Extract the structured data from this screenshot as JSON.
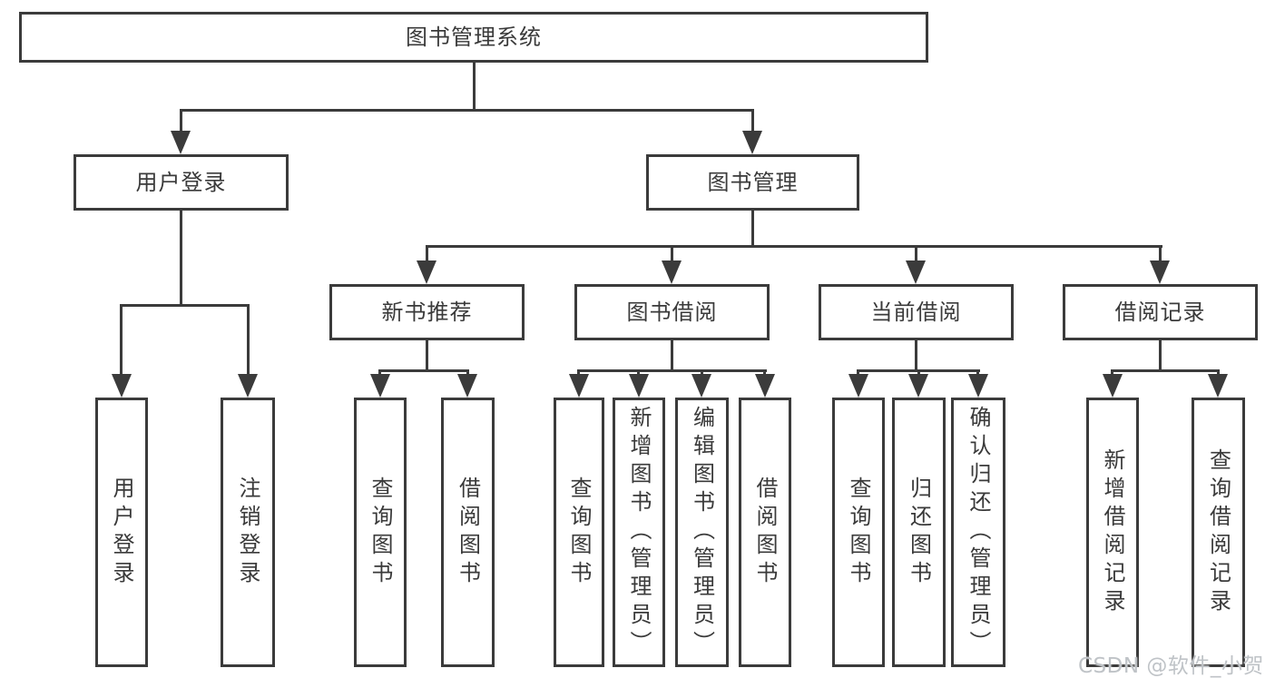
{
  "diagram": {
    "root": "图书管理系统",
    "level2": [
      "用户登录",
      "图书管理"
    ],
    "level3": [
      "新书推荐",
      "图书借阅",
      "当前借阅",
      "借阅记录"
    ],
    "leaves_user_login": [
      "用户登录",
      "注销登录"
    ],
    "leaves_new_book": [
      "查询图书",
      "借阅图书"
    ],
    "leaves_book_borrow": [
      "查询图书",
      "新增图书（管理员）",
      "编辑图书（管理员）",
      "借阅图书"
    ],
    "leaves_current_borrow": [
      "查询图书",
      "归还图书",
      "确认归还（管理员）"
    ],
    "leaves_borrow_records": [
      "新增借阅记录",
      "查询借阅记录"
    ]
  },
  "watermark": "CSDN @软件_小贺同学",
  "colors": {
    "line": "#3b3b3b",
    "text": "#3a3a3a",
    "background": "#ffffff",
    "watermark": "#bfc3c7"
  }
}
